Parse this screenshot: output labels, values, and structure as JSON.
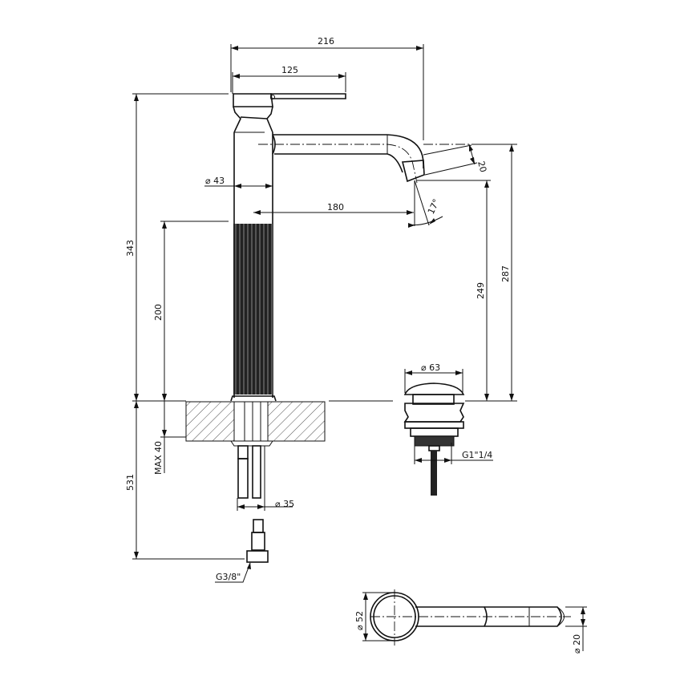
{
  "dimensions": {
    "overall_width": "216",
    "handle_length": "125",
    "body_diameter": "⌀ 43",
    "spout_reach": "180",
    "outlet_diameter": "20",
    "outlet_angle": "17°",
    "total_height": "343",
    "fluted_height": "200",
    "spout_height": "287",
    "outlet_height": "249",
    "drain_diameter": "⌀ 63",
    "drain_thread": "G1\"1/4",
    "max_counter_thickness": "MAX 40",
    "hose_length": "531",
    "shank_diameter": "⌀ 35",
    "hose_thread": "G3/8\"",
    "top_view_body_diameter": "⌀ 52",
    "top_view_spout_diameter": "⌀ 20"
  }
}
